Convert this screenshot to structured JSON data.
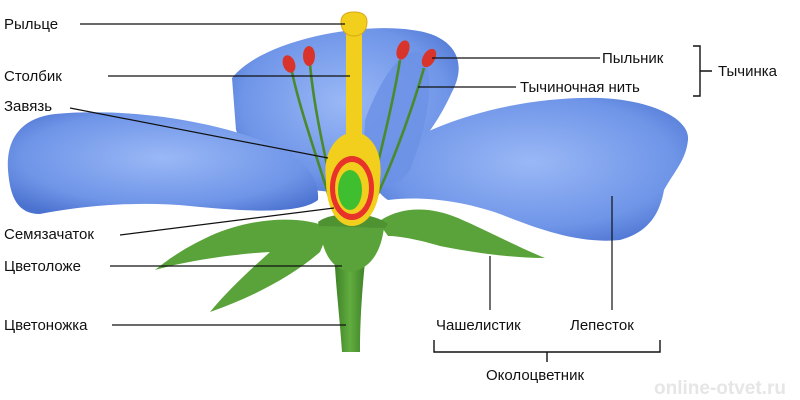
{
  "labels": {
    "stigma": "Рыльце",
    "style": "Столбик",
    "ovary": "Завязь",
    "ovule": "Семязачаток",
    "receptacle": "Цветоложе",
    "pedicel": "Цветоножка",
    "anther": "Пыльник",
    "filament": "Тычиночная нить",
    "stamen": "Тычинка",
    "sepal": "Чашелистик",
    "petal": "Лепесток",
    "perianth": "Околоцветник"
  },
  "watermark": "online-otvet.ru",
  "colors": {
    "petal": "#6f95e8",
    "petal_dark": "#4b72cf",
    "sepal": "#5aa33a",
    "stem": "#4f9a34",
    "pistil": "#f2cf1c",
    "ovary_wall": "#e8332b",
    "ovule": "#3fbf2f",
    "anther": "#d9342b"
  }
}
